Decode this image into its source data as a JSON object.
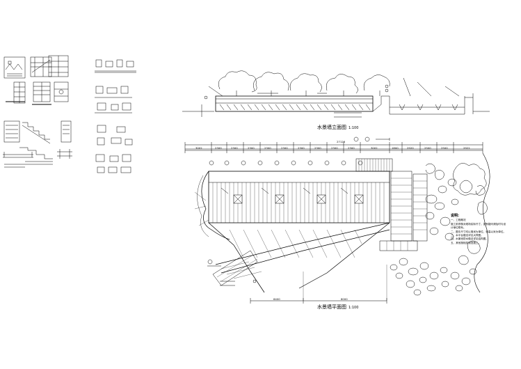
{
  "drawing": {
    "elevation_title": "水景墙立面图",
    "elevation_scale": "1:100",
    "plan_title": "水景墙平面图",
    "plan_scale": "1:100",
    "overall_dimension": "27126",
    "notes_heading": "说明:",
    "notes_lines": [
      "一、工程概况",
      "施工前须核对现场实际尺寸，如有疑问请及时与设计单位联系。",
      "二、图中尺寸均以毫米为单位，标高以米为单位。",
      "三、木平台做法详见大样图。",
      "四、水景池防水做法详见结构图。",
      "五、其他按相关规范施工。"
    ],
    "top_dimensions": [
      "3002",
      "2300",
      "2300",
      "2300",
      "2300",
      "2300",
      "2300",
      "2300",
      "2300",
      "2300",
      "3002",
      "1800",
      "2920",
      "2500",
      "2500",
      "2922"
    ],
    "bottom_dimension_left": "6400",
    "bottom_dimension_right": "8000",
    "line_color": "#000000",
    "background": "#ffffff"
  }
}
